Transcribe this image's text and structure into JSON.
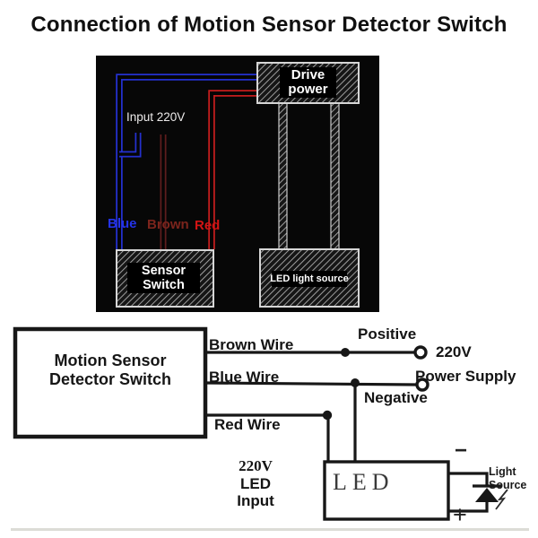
{
  "title": "Connection of Motion Sensor Detector Switch",
  "photo_panel": {
    "input_label": "Input 220V",
    "drive_power_label": "Drive power",
    "sensor_switch_label": "Sensor Switch",
    "led_light_source_label": "LED light source",
    "wire_labels": {
      "blue": "Blue",
      "brown": "Brown",
      "red": "Red"
    }
  },
  "diagram": {
    "device_box": {
      "line1": "Motion Sensor",
      "line2": "Detector Switch"
    },
    "wires": {
      "brown": "Brown Wire",
      "blue": "Blue Wire",
      "red": "Red Wire"
    },
    "terminals": {
      "positive": "Positive",
      "negative": "Negative",
      "supply_voltage": "220V",
      "supply_name": "Power Supply"
    },
    "led_input": {
      "line1": "220V",
      "line2": "LED",
      "line3": "Input"
    },
    "led_box_label": "LED",
    "light_source": {
      "line1": "Light",
      "line2": "Source"
    },
    "polarity": {
      "minus": "−",
      "plus": "+"
    }
  },
  "colors": {
    "blueWire": "#2430cf",
    "redWire": "#c41d1d",
    "brownWire": "#5e1d1d",
    "blueLabel": "#2433e8",
    "brownLabel": "#7c241c",
    "redLabel": "#d31414",
    "panelBg": "#070707",
    "ink": "#171717"
  }
}
